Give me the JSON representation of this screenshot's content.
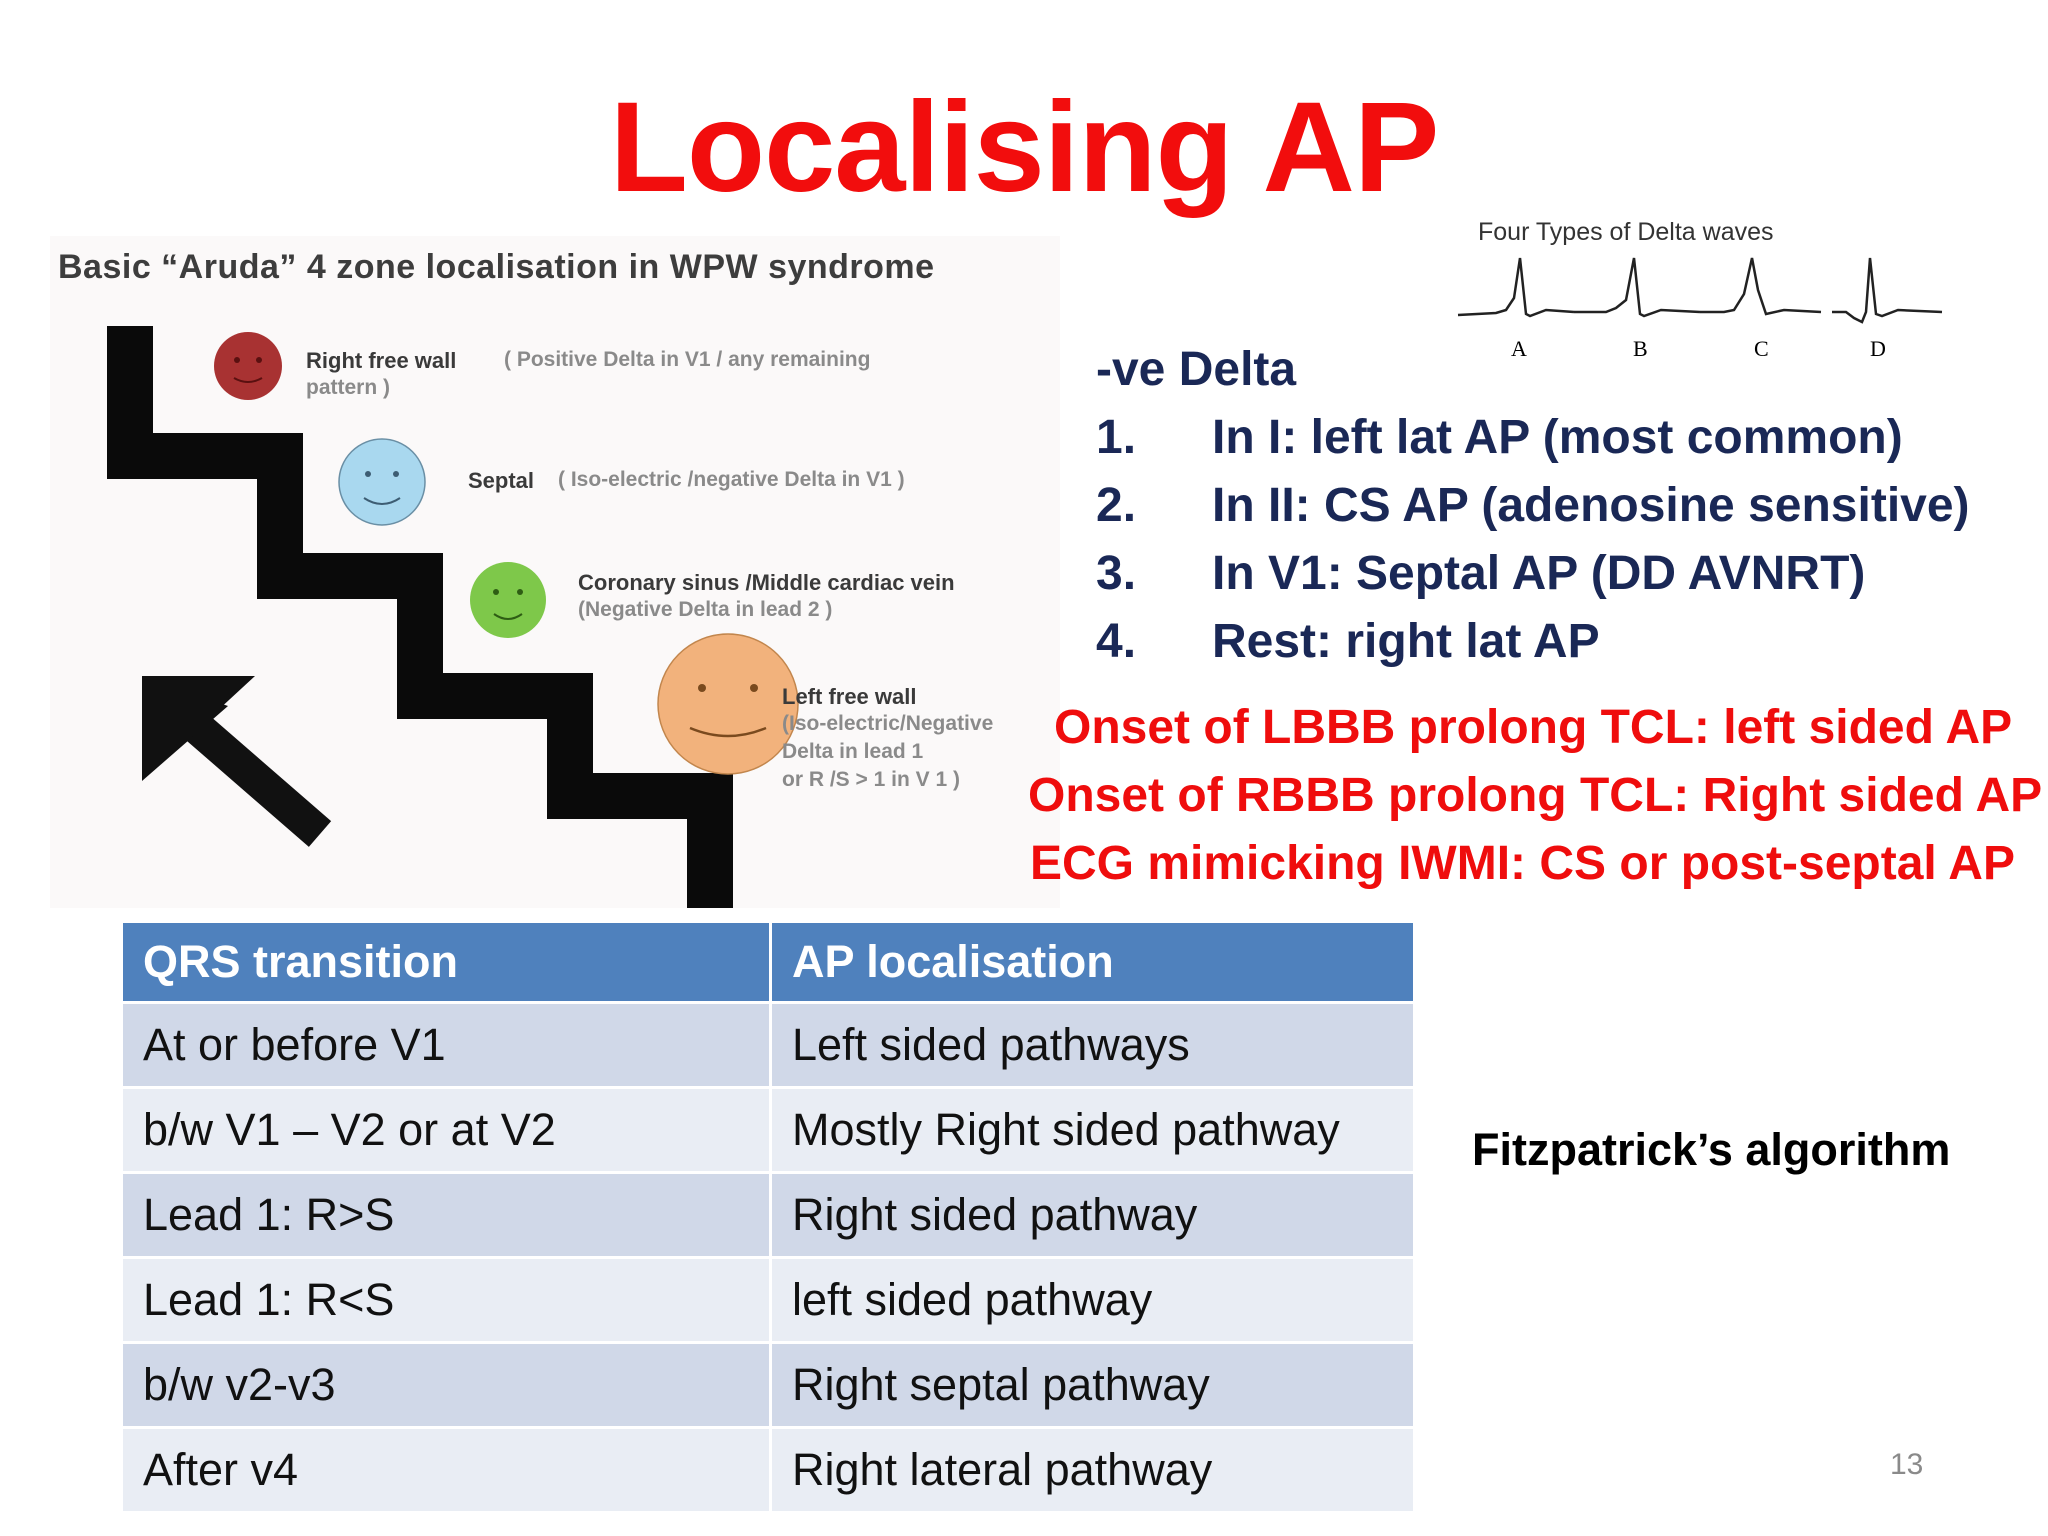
{
  "title": "Localising AP",
  "aruda": {
    "title": "Basic “Aruda” 4  zone localisation in WPW syndrome",
    "zones": [
      {
        "name": "Right free wall",
        "desc": "( Positive  Delta in V1 / any remaining",
        "desc2": "pattern )",
        "color": "#a83232"
      },
      {
        "name": "Septal",
        "desc": "( Iso-electric /negative Delta in V1 )",
        "color": "#a9d8ef"
      },
      {
        "name": "Coronary sinus /Middle cardiac vein",
        "desc": "(Negative  Delta in  lead 2 )",
        "color": "#7ec84a"
      },
      {
        "name": "Left free wall",
        "desc": "(Iso-electric/Negative",
        "desc2": "Delta in  lead  1",
        "desc3": "or R /S > 1 in V 1 )",
        "color": "#f2b27c"
      }
    ]
  },
  "delta_waves": {
    "title": "Four Types of Delta waves",
    "labels": [
      "A",
      "B",
      "C",
      "D"
    ]
  },
  "neg_delta": {
    "heading": "-ve Delta",
    "items": [
      {
        "num": "1.",
        "text": "In I: left lat AP (most common)"
      },
      {
        "num": "2.",
        "text": "In II: CS AP (adenosine sensitive)"
      },
      {
        "num": "3.",
        "text": "In V1: Septal AP (DD AVNRT)"
      },
      {
        "num": "4.",
        "text": "Rest: right lat AP"
      }
    ]
  },
  "red_notes": [
    "Onset of LBBB prolong TCL: left sided AP",
    "Onset of RBBB prolong TCL: Right sided AP",
    "ECG mimicking IWMI: CS or post-septal AP"
  ],
  "table": {
    "headers": [
      "QRS transition",
      "AP localisation"
    ],
    "rows": [
      [
        "At or before V1",
        "Left sided pathways"
      ],
      [
        "b/w V1 – V2 or at V2",
        "Mostly Right sided pathway"
      ],
      [
        "Lead 1: R>S",
        "Right sided pathway"
      ],
      [
        "Lead 1: R<S",
        "left sided pathway"
      ],
      [
        "b/w v2-v3",
        "Right septal pathway"
      ],
      [
        "After v4",
        "Right lateral pathway"
      ]
    ]
  },
  "fitzpatrick_label": "Fitzpatrick’s algorithm",
  "page_number": "13",
  "colors": {
    "title_red": "#f20d0d",
    "navy": "#1a2856",
    "table_header": "#4f81bd"
  }
}
